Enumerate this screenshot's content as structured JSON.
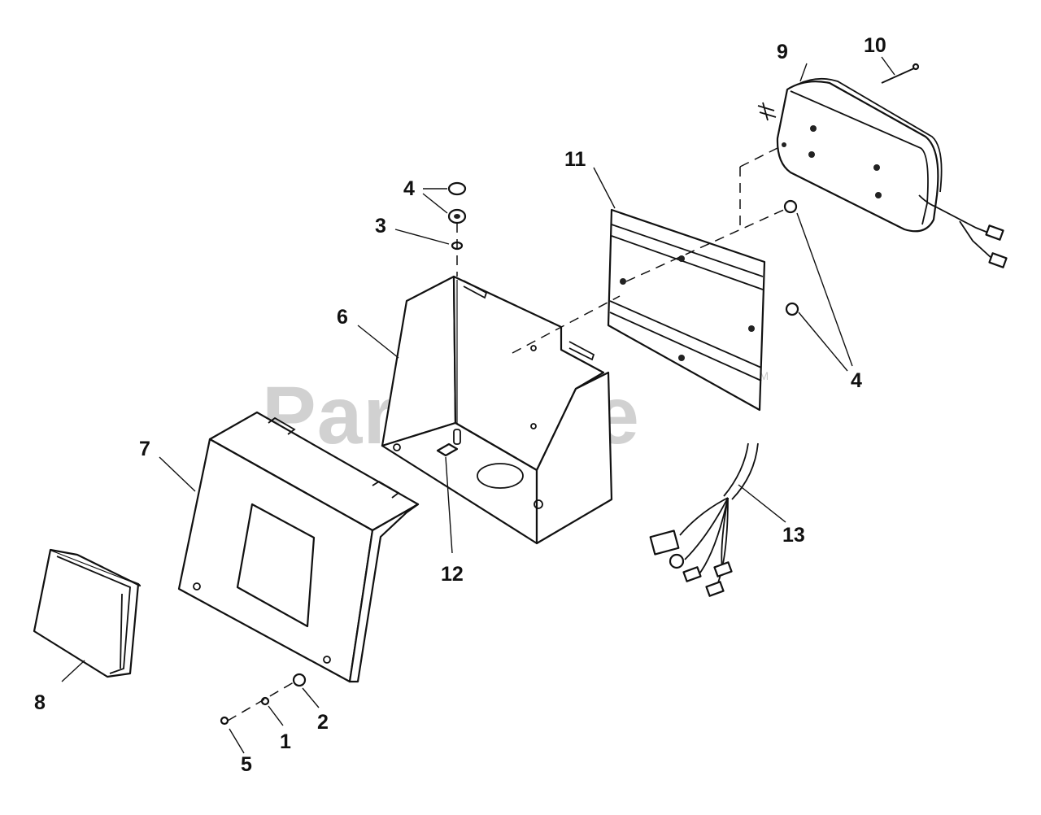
{
  "watermark": {
    "text": "PartsTree",
    "tm": "TM"
  },
  "callouts": {
    "c1": "1",
    "c2": "2",
    "c3": "3",
    "c4a": "4",
    "c4b": "4",
    "c5": "5",
    "c6": "6",
    "c7": "7",
    "c8": "8",
    "c9": "9",
    "c10": "10",
    "c11": "11",
    "c12": "12",
    "c13": "13"
  }
}
